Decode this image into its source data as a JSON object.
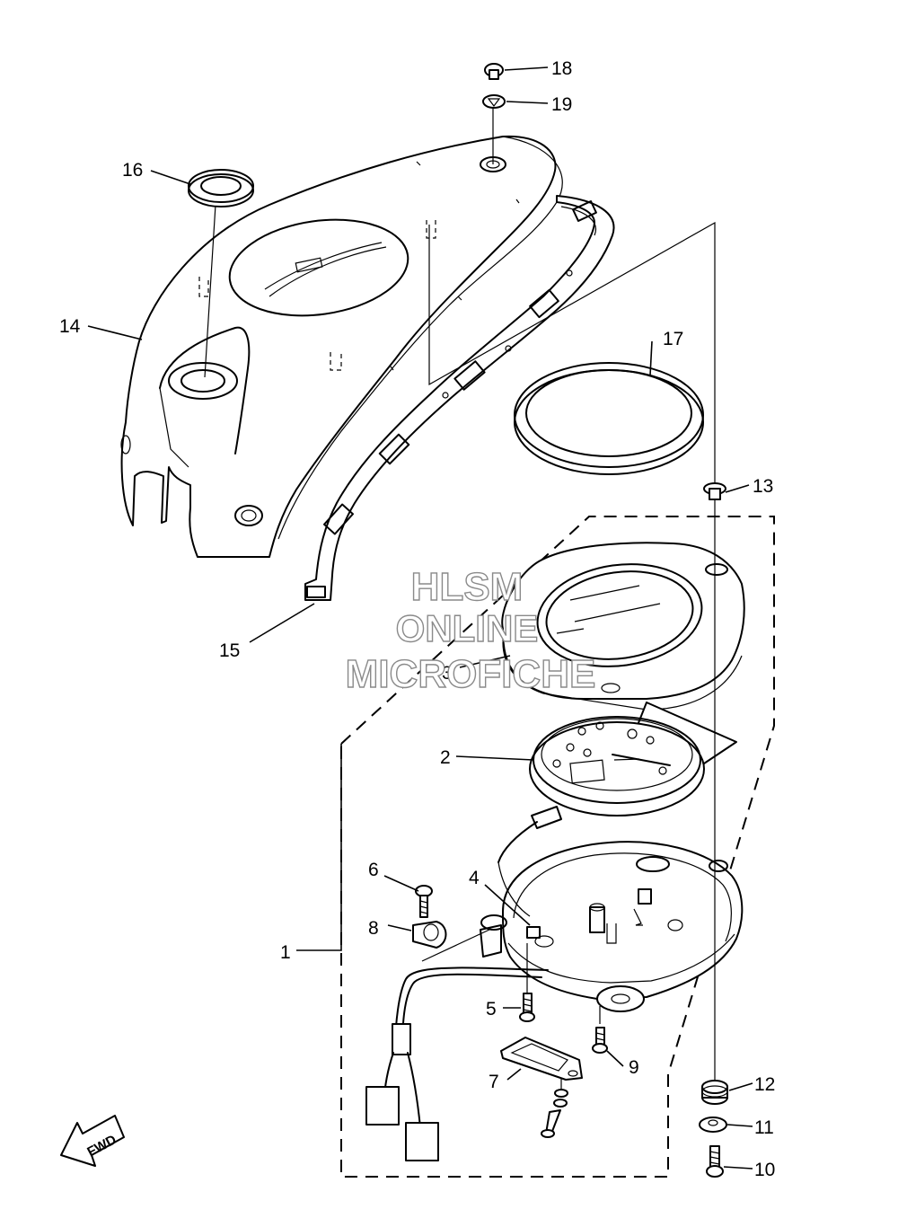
{
  "callouts": [
    {
      "id": "1",
      "label": "1"
    },
    {
      "id": "2",
      "label": "2"
    },
    {
      "id": "3",
      "label": "3"
    },
    {
      "id": "4",
      "label": "4"
    },
    {
      "id": "5",
      "label": "5"
    },
    {
      "id": "6",
      "label": "6"
    },
    {
      "id": "7",
      "label": "7"
    },
    {
      "id": "8",
      "label": "8"
    },
    {
      "id": "9",
      "label": "9"
    },
    {
      "id": "10",
      "label": "10"
    },
    {
      "id": "11",
      "label": "11"
    },
    {
      "id": "12",
      "label": "12"
    },
    {
      "id": "13",
      "label": "13"
    },
    {
      "id": "14",
      "label": "14"
    },
    {
      "id": "15",
      "label": "15"
    },
    {
      "id": "16",
      "label": "16"
    },
    {
      "id": "17",
      "label": "17"
    },
    {
      "id": "18",
      "label": "18"
    },
    {
      "id": "19",
      "label": "19"
    }
  ],
  "watermark": {
    "line1": "HLSM",
    "line2": "ONLINE",
    "line3": "MICROFICHE"
  },
  "direction_marker": {
    "label": "FWD"
  },
  "colors": {
    "line": "#000000",
    "background": "#ffffff",
    "watermark_outline": "#8a8a8a"
  }
}
